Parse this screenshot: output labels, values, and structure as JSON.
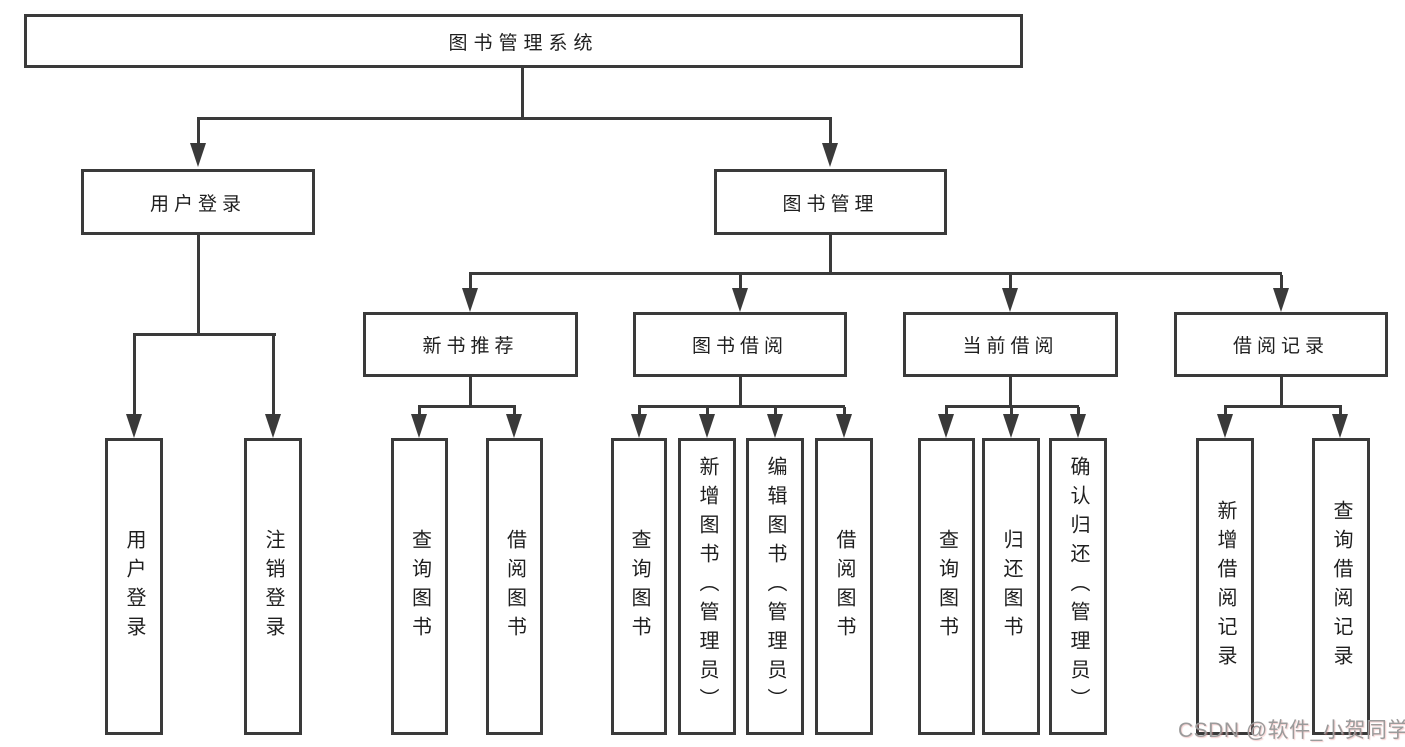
{
  "diagram": {
    "root": {
      "label": "图书管理系统"
    },
    "user_login": {
      "label": "用户登录",
      "children": {
        "login": {
          "label": "用户登录"
        },
        "logout": {
          "label": "注销登录"
        }
      }
    },
    "book_mgmt": {
      "label": "图书管理",
      "children": {
        "recommend": {
          "label": "新书推荐",
          "children": {
            "query": {
              "label": "查询图书"
            },
            "borrow": {
              "label": "借阅图书"
            }
          }
        },
        "book_borrow": {
          "label": "图书借阅",
          "children": {
            "query": {
              "label": "查询图书"
            },
            "add": {
              "label": "新增图书（管理员）"
            },
            "edit": {
              "label": "编辑图书（管理员）"
            },
            "borrow": {
              "label": "借阅图书"
            }
          }
        },
        "current_borrow": {
          "label": "当前借阅",
          "children": {
            "query": {
              "label": "查询图书"
            },
            "return": {
              "label": "归还图书"
            },
            "confirm": {
              "label": "确认归还（管理员）"
            }
          }
        },
        "borrow_records": {
          "label": "借阅记录",
          "children": {
            "add": {
              "label": "新增借阅记录"
            },
            "query": {
              "label": "查询借阅记录"
            }
          }
        }
      }
    }
  },
  "colors": {
    "line": "#3a3a3a",
    "text": "#1f1f1f",
    "watermark": "#9b9b9b"
  },
  "watermark": {
    "text": "CSDN @软件_小贺同学"
  }
}
